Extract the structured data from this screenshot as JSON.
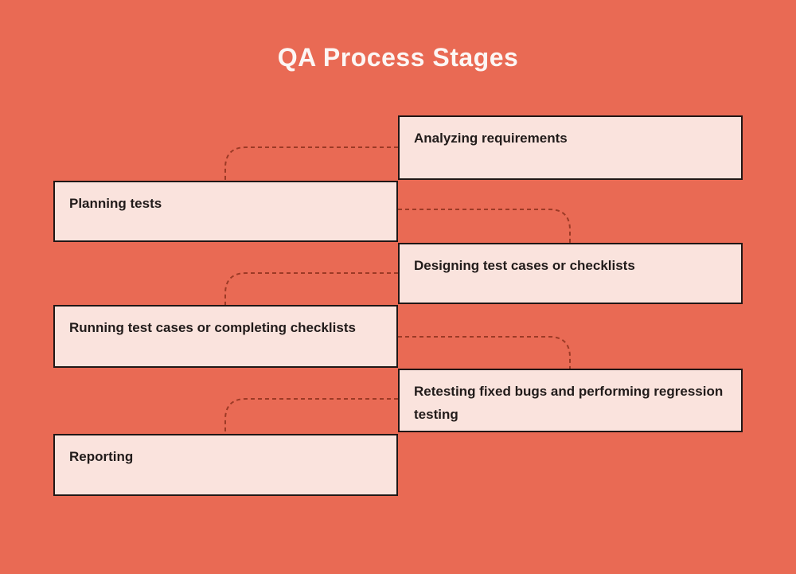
{
  "title": "QA Process Stages",
  "colors": {
    "background": "#E96A54",
    "box_fill": "#FAE3DD",
    "box_border": "#201716",
    "connector": "#9C3A26",
    "title_text": "#FCF6F4",
    "box_text": "#211B1A"
  },
  "stages": [
    {
      "label": "Analyzing requirements",
      "side": "right"
    },
    {
      "label": "Planning tests",
      "side": "left"
    },
    {
      "label": "Designing test cases or checklists",
      "side": "right"
    },
    {
      "label": "Running test cases or completing checklists",
      "side": "left"
    },
    {
      "label": "Retesting fixed bugs and performing regression testing",
      "side": "right"
    },
    {
      "label": "Reporting",
      "side": "left"
    }
  ]
}
